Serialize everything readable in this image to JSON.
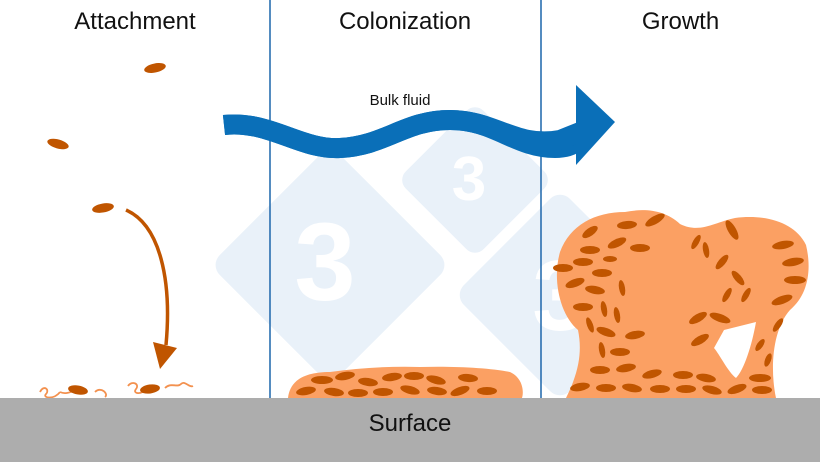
{
  "stages": [
    {
      "title": "Attachment"
    },
    {
      "title": "Colonization"
    },
    {
      "title": "Growth"
    }
  ],
  "flow": {
    "label": "Bulk fluid",
    "color": "#0a6fb8"
  },
  "surface": {
    "label": "Surface",
    "color": "#adadad"
  },
  "colors": {
    "bacteria": "#c05500",
    "biofilm": "#fba063",
    "filament": "#f3914f",
    "divider": "#2a6fb0",
    "watermark": "#e9f1f9"
  },
  "watermark": {
    "glyph": "3"
  }
}
